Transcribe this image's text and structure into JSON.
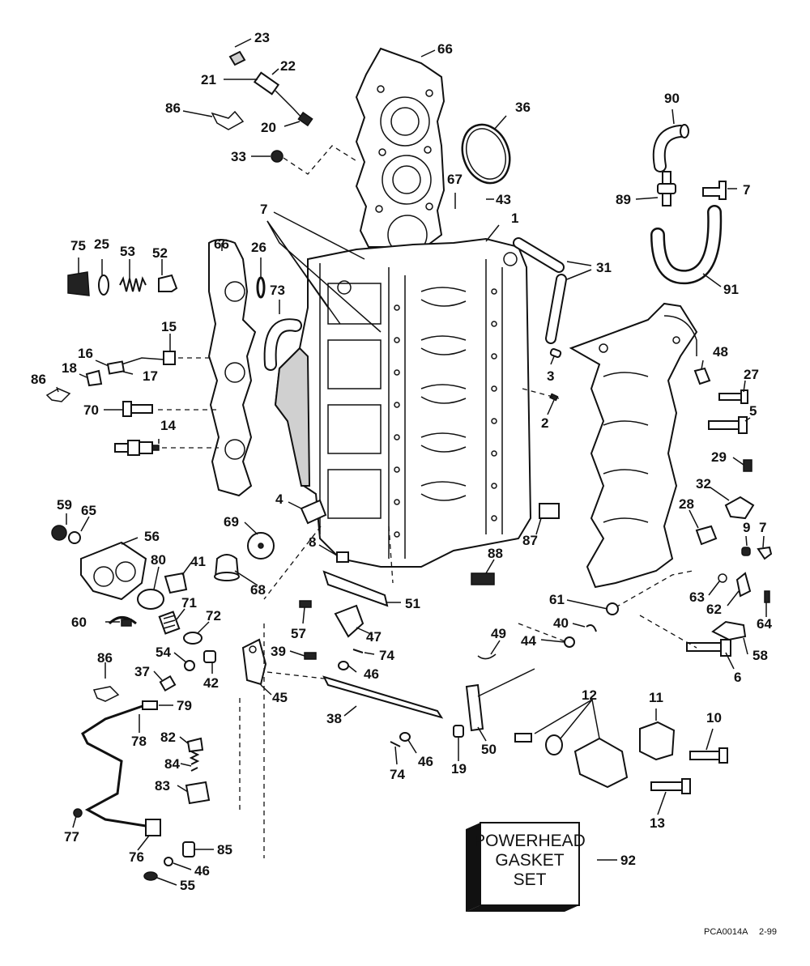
{
  "labels": [
    {
      "id": "23",
      "n": "23"
    },
    {
      "id": "22",
      "n": "22"
    },
    {
      "id": "21",
      "n": "21"
    },
    {
      "id": "66a",
      "n": "66"
    },
    {
      "id": "36",
      "n": "36"
    },
    {
      "id": "90",
      "n": "90"
    },
    {
      "id": "86a",
      "n": "86"
    },
    {
      "id": "20",
      "n": "20"
    },
    {
      "id": "33",
      "n": "33"
    },
    {
      "id": "67",
      "n": "67"
    },
    {
      "id": "43",
      "n": "43"
    },
    {
      "id": "89",
      "n": "89"
    },
    {
      "id": "7a",
      "n": "7"
    },
    {
      "id": "7b",
      "n": "7"
    },
    {
      "id": "1",
      "n": "1"
    },
    {
      "id": "75",
      "n": "75"
    },
    {
      "id": "25",
      "n": "25"
    },
    {
      "id": "53",
      "n": "53"
    },
    {
      "id": "52",
      "n": "52"
    },
    {
      "id": "66b",
      "n": "66"
    },
    {
      "id": "26",
      "n": "26"
    },
    {
      "id": "31",
      "n": "31"
    },
    {
      "id": "73",
      "n": "73"
    },
    {
      "id": "91",
      "n": "91"
    },
    {
      "id": "15",
      "n": "15"
    },
    {
      "id": "16",
      "n": "16"
    },
    {
      "id": "48",
      "n": "48"
    },
    {
      "id": "18",
      "n": "18"
    },
    {
      "id": "86b",
      "n": "86"
    },
    {
      "id": "17",
      "n": "17"
    },
    {
      "id": "3",
      "n": "3"
    },
    {
      "id": "27",
      "n": "27"
    },
    {
      "id": "70",
      "n": "70"
    },
    {
      "id": "2",
      "n": "2"
    },
    {
      "id": "5",
      "n": "5"
    },
    {
      "id": "14",
      "n": "14"
    },
    {
      "id": "29",
      "n": "29"
    },
    {
      "id": "32",
      "n": "32"
    },
    {
      "id": "4",
      "n": "4"
    },
    {
      "id": "59",
      "n": "59"
    },
    {
      "id": "65",
      "n": "65"
    },
    {
      "id": "28",
      "n": "28"
    },
    {
      "id": "69",
      "n": "69"
    },
    {
      "id": "87",
      "n": "87"
    },
    {
      "id": "9",
      "n": "9"
    },
    {
      "id": "7c",
      "n": "7"
    },
    {
      "id": "56",
      "n": "56"
    },
    {
      "id": "8",
      "n": "8"
    },
    {
      "id": "88",
      "n": "88"
    },
    {
      "id": "80",
      "n": "80"
    },
    {
      "id": "41",
      "n": "41"
    },
    {
      "id": "68",
      "n": "68"
    },
    {
      "id": "63",
      "n": "63"
    },
    {
      "id": "71",
      "n": "71"
    },
    {
      "id": "72",
      "n": "72"
    },
    {
      "id": "51",
      "n": "51"
    },
    {
      "id": "61",
      "n": "61"
    },
    {
      "id": "62",
      "n": "62"
    },
    {
      "id": "60",
      "n": "60"
    },
    {
      "id": "57",
      "n": "57"
    },
    {
      "id": "40",
      "n": "40"
    },
    {
      "id": "64",
      "n": "64"
    },
    {
      "id": "47",
      "n": "47"
    },
    {
      "id": "49",
      "n": "49"
    },
    {
      "id": "44",
      "n": "44"
    },
    {
      "id": "54",
      "n": "54"
    },
    {
      "id": "39",
      "n": "39"
    },
    {
      "id": "74a",
      "n": "74"
    },
    {
      "id": "58",
      "n": "58"
    },
    {
      "id": "86c",
      "n": "86"
    },
    {
      "id": "42",
      "n": "42"
    },
    {
      "id": "46a",
      "n": "46"
    },
    {
      "id": "6",
      "n": "6"
    },
    {
      "id": "37",
      "n": "37"
    },
    {
      "id": "45",
      "n": "45"
    },
    {
      "id": "12",
      "n": "12"
    },
    {
      "id": "79",
      "n": "79"
    },
    {
      "id": "11",
      "n": "11"
    },
    {
      "id": "38",
      "n": "38"
    },
    {
      "id": "10",
      "n": "10"
    },
    {
      "id": "78",
      "n": "78"
    },
    {
      "id": "82",
      "n": "82"
    },
    {
      "id": "50",
      "n": "50"
    },
    {
      "id": "46b",
      "n": "46"
    },
    {
      "id": "84",
      "n": "84"
    },
    {
      "id": "19",
      "n": "19"
    },
    {
      "id": "74b",
      "n": "74"
    },
    {
      "id": "83",
      "n": "83"
    },
    {
      "id": "13",
      "n": "13"
    },
    {
      "id": "77",
      "n": "77"
    },
    {
      "id": "92",
      "n": "92"
    },
    {
      "id": "85",
      "n": "85"
    },
    {
      "id": "76",
      "n": "76"
    },
    {
      "id": "46c",
      "n": "46"
    },
    {
      "id": "55",
      "n": "55"
    }
  ],
  "gasket_box": {
    "line1": "POWERHEAD",
    "line2": "GASKET",
    "line3": "SET"
  },
  "footer": {
    "code": "PCA0014A",
    "date": "2-99"
  }
}
